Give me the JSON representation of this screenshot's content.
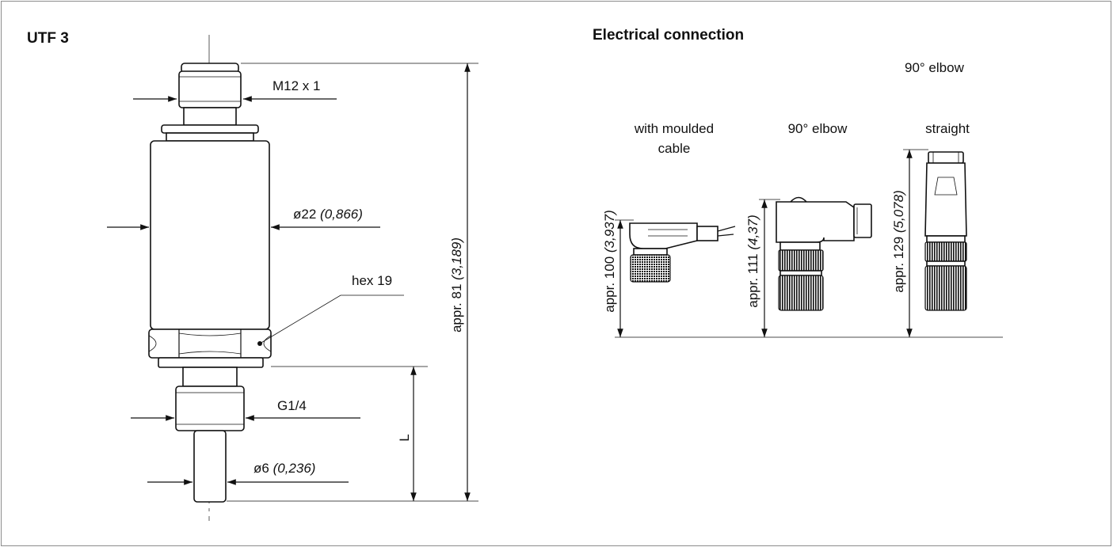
{
  "title": "UTF 3",
  "sensor": {
    "thread_top": "M12 x 1",
    "diameter_body": "ø22",
    "diameter_body_in": "(0,866)",
    "hex": "hex 19",
    "thread_process": "G1/4",
    "diameter_probe": "ø6",
    "diameter_probe_in": "(0,236)",
    "length_label": "L",
    "overall_height": "appr. 81",
    "overall_height_in": "(3,189)"
  },
  "electrical": {
    "heading": "Electrical connection",
    "top_note": "90° elbow",
    "connectors": [
      {
        "label_line1": "with moulded",
        "label_line2": "cable",
        "dim": "appr. 100",
        "dim_in": "(3,937)"
      },
      {
        "label_line1": "90° elbow",
        "label_line2": "",
        "dim": "appr. 111",
        "dim_in": "(4,37)"
      },
      {
        "label_line1": "straight",
        "label_line2": "",
        "dim": "appr. 129",
        "dim_in": "(5,078)"
      }
    ]
  }
}
